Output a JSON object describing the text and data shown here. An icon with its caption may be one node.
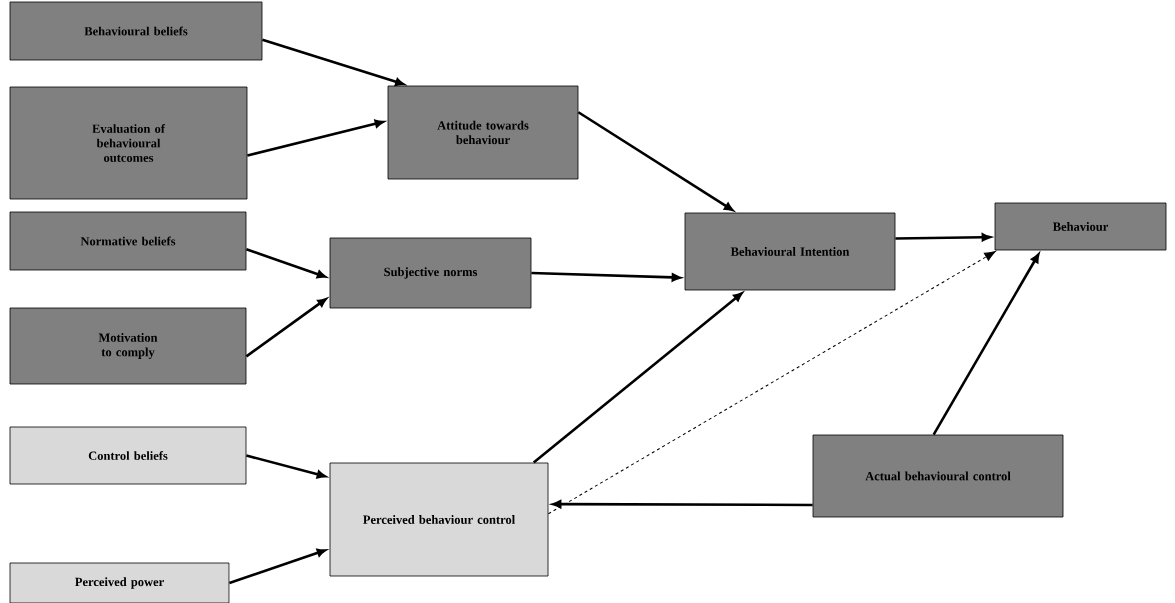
{
  "diagram": {
    "nodes": [
      {
        "text": [
          "Behavioural beliefs"
        ]
      },
      {
        "text": [
          "Evaluation of behavioural outcomes"
        ]
      },
      {
        "text": [
          "Attitude towards behaviour"
        ]
      },
      {
        "text": [
          "Normative beliefs"
        ]
      },
      {
        "text": [
          "Subjective norms"
        ]
      },
      {
        "text": [
          "Motivation to comply"
        ]
      },
      {
        "text": [
          "Behavioural Intention"
        ]
      },
      {
        "text": [
          "Behaviour"
        ]
      },
      {
        "text": [
          "Control beliefs"
        ]
      },
      {
        "text": [
          "Perceived behaviour control"
        ]
      },
      {
        "text": [
          "Actual behavioural control"
        ]
      },
      {
        "text": [
          "Perceived power"
        ]
      }
    ],
    "edges": [
      {
        "from": 0,
        "to": 2,
        "arrow": "to"
      },
      {
        "from": 1,
        "to": 2,
        "arrow": "to"
      },
      {
        "from": 2,
        "to": 6,
        "arrow": "to"
      },
      {
        "from": 3,
        "to": 4,
        "arrow": "to"
      },
      {
        "from": 5,
        "to": 4,
        "arrow": "to"
      },
      {
        "from": 4,
        "to": 6,
        "arrow": "to"
      },
      {
        "from": 6,
        "to": 7,
        "arrow": "to"
      },
      {
        "from": 9,
        "to": 6,
        "arrow": "to"
      },
      {
        "from": 9,
        "to": 7,
        "arrow": "to",
        "style": "dashed"
      },
      {
        "from": 10,
        "to": 7,
        "arrow": "to"
      },
      {
        "from": 10,
        "to": 9,
        "arrow": "to"
      },
      {
        "from": 8,
        "to": 9,
        "arrow": "to"
      },
      {
        "from": 11,
        "to": 9,
        "arrow": "to"
      }
    ]
  }
}
